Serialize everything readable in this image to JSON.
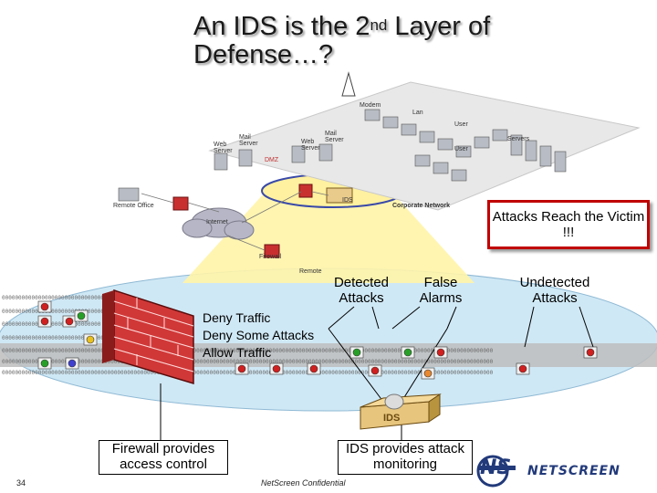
{
  "title": {
    "line1_pre": "An IDS is the 2",
    "line1_sup": "nd",
    "line1_post": " Layer of",
    "line2": "Defense…?"
  },
  "network_labels": {
    "modem": "Modem",
    "lan": "Lan",
    "user1": "User",
    "user2": "User",
    "servers": "Servers",
    "mail_server_top": "Mail Server",
    "web_server_top": "Web Server",
    "mail_server_left": "Mail Server",
    "web_server_left": "Web Server",
    "dmz": "DMZ",
    "remote_office": "Remote Office",
    "internet": "Internet",
    "ids": "IDS",
    "firewall": "Firewall",
    "remote": "Remote",
    "corporate_network": "Corporate Network"
  },
  "callouts": {
    "attacks_reach": "Attacks Reach the Victim !!!",
    "detected_attacks": "Detected Attacks",
    "false_alarms": "False Alarms",
    "undetected_attacks": "Undetected Attacks",
    "deny_traffic": "Deny Traffic",
    "deny_some_attacks": "Deny Some Attacks",
    "allow_traffic": "Allow Traffic",
    "firewall_provides": "Firewall provides access control",
    "ids_provides": "IDS provides attack monitoring",
    "ids_box_label": "IDS"
  },
  "footer": {
    "page_number": "34",
    "confidential": "NetScreen Confidential",
    "logo_ns": "NS",
    "logo_text": "NETSCREEN"
  },
  "colors": {
    "callout_border": "#c00000",
    "firewall_red": "#d03838",
    "plane_blue": "#cfe8f5",
    "yellow_light": "#fff4a8"
  }
}
